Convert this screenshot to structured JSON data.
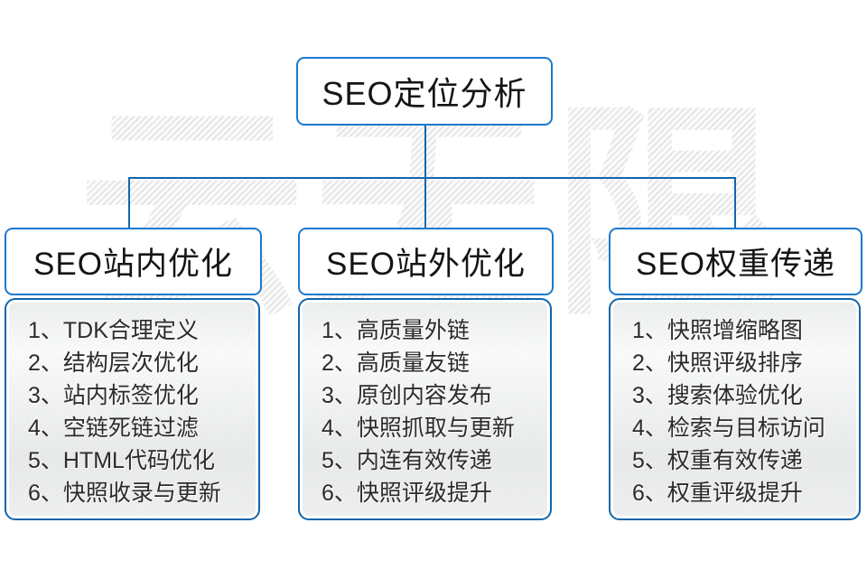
{
  "watermark": {
    "text": "云无限"
  },
  "root": {
    "title": "SEO定位分析"
  },
  "columns": [
    {
      "title": "SEO站内优化",
      "items": [
        "1、TDK合理定义",
        "2、结构层次优化",
        "3、站内标签优化",
        "4、空链死链过滤",
        "5、HTML代码优化",
        "6、快照收录与更新"
      ]
    },
    {
      "title": "SEO站外优化",
      "items": [
        "1、高质量外链",
        "2、高质量友链",
        "3、原创内容发布",
        "4、快照抓取与更新",
        "5、内连有效传递",
        "6、快照评级提升"
      ]
    },
    {
      "title": "SEO权重传递",
      "items": [
        "1、快照增缩略图",
        "2、快照评级排序",
        "3、搜索体验优化",
        "4、检索与目标访问",
        "5、权重有效传递",
        "6、权重评级提升"
      ]
    }
  ],
  "colors": {
    "box_border_blue": "#1b79cd",
    "connector_blue": "#1266ab",
    "panel_gray_top": "#edeff0",
    "panel_gray_bottom": "#f0f1f2",
    "text_dark": "#1f1f1f",
    "watermark_gray": "#e6e6e6"
  }
}
